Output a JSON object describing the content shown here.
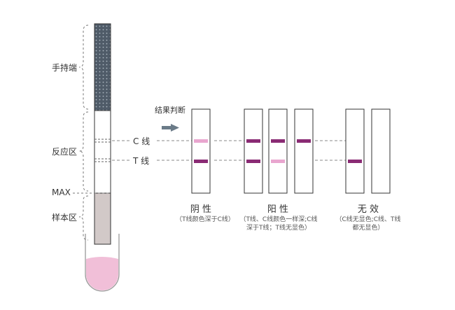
{
  "left_labels": {
    "handle": "手持端",
    "reaction": "反应区",
    "max": "MAX",
    "sample": "样本区"
  },
  "line_labels": {
    "c_line": "C 线",
    "t_line": "T 线"
  },
  "result_judgement": "结果判断",
  "groups": [
    {
      "title": "阴 性",
      "note_lines": [
        "（T线颜色深于C线）"
      ]
    },
    {
      "title": "阳 性",
      "note_lines": [
        "（T线、C线颜色一样深;C线",
        "深于T线；T线无显色）"
      ]
    },
    {
      "title": "无 效",
      "note_lines": [
        "（C线无显色;C线、T线",
        "都无显色）"
      ]
    }
  ],
  "colors": {
    "handle": "#4f5b68",
    "strong_band": "#8a2b74",
    "faint_band": "#e9a6cf",
    "sample_zone": "#d2c9c8",
    "liquid": "#f1bfd8",
    "arrow": "#6b7b88",
    "dashes": "#888888"
  }
}
